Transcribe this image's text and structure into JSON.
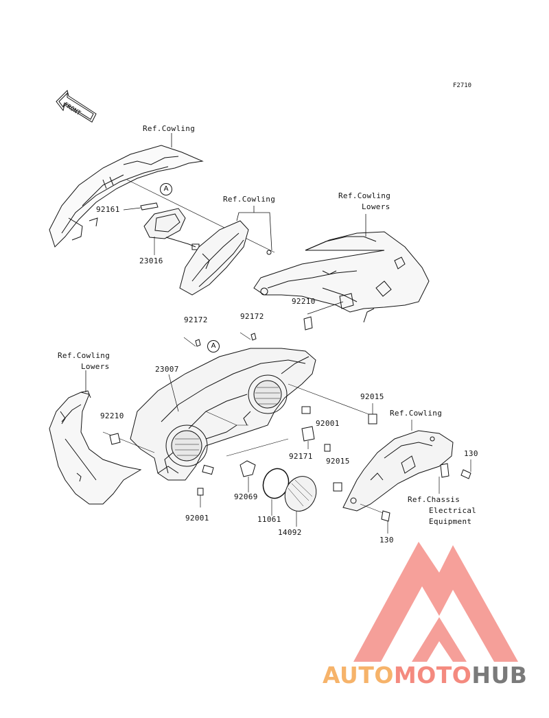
{
  "figure_code": "F2710",
  "front_arrow": "FRONT",
  "callouts": {
    "a1": "A",
    "a2": "A"
  },
  "labels": {
    "ref_cowling_top": "Ref.Cowling",
    "ref_cowling_mid": "Ref.Cowling",
    "ref_cowling_lowers_right_1": "Ref.Cowling",
    "ref_cowling_lowers_right_2": "Lowers",
    "ref_cowling_lowers_left_1": "Ref.Cowling",
    "ref_cowling_lowers_left_2": "Lowers",
    "ref_cowling_bracket": "Ref.Cowling",
    "ref_chassis_1": "Ref.Chassis",
    "ref_chassis_2": "Electrical",
    "ref_chassis_3": "Equipment"
  },
  "parts": {
    "p92161": "92161",
    "p23016": "23016",
    "p92210_right": "92210",
    "p92172_left": "92172",
    "p92172_right": "92172",
    "p23007": "23007",
    "p92210_left": "92210",
    "p92015_top": "92015",
    "p92001_right": "92001",
    "p92171": "92171",
    "p92015_bottom": "92015",
    "p130_right": "130",
    "p92069": "92069",
    "p11061": "11061",
    "p14092": "14092",
    "p92001_left": "92001",
    "p130_bottom": "130"
  },
  "watermark": {
    "word_1": "AUTO",
    "word_2": "MOTO",
    "word_3": "HUB",
    "color_1": "#f6b36a",
    "color_2": "#f48a7f",
    "color_3": "#7a7a7a",
    "logo_color": "#f28f88"
  }
}
